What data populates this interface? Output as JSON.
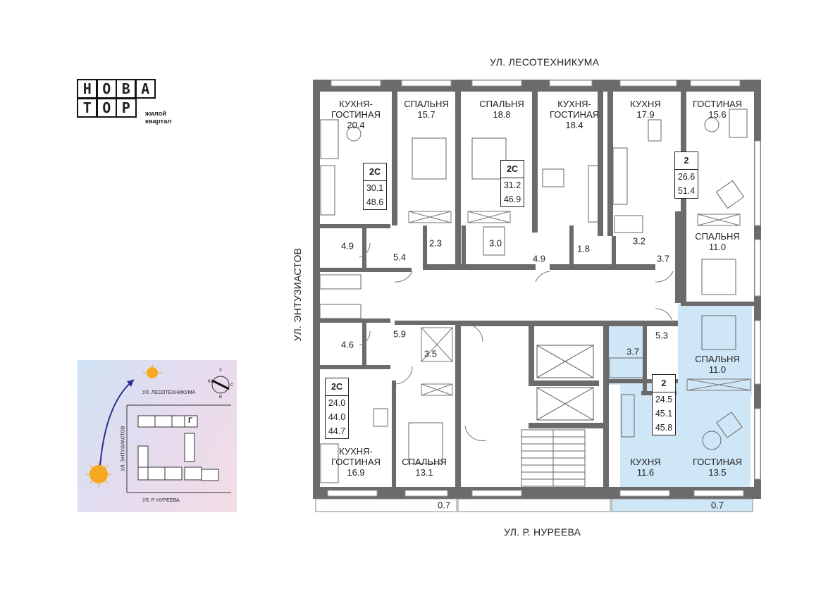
{
  "brand": {
    "logo_row1": [
      "Н",
      "О",
      "В",
      "А"
    ],
    "logo_row2": [
      "Т",
      "О",
      "Р"
    ],
    "subtitle_line1": "жилой",
    "subtitle_line2": "квартал"
  },
  "streets": {
    "top": "УЛ. ЛЕСОТЕХНИКУМА",
    "left": "УЛ. ЭНТУЗИАСТОВ",
    "bottom": "УЛ. Р. НУРЕЕВА"
  },
  "rooms": [
    {
      "id": "kitchen-living-1",
      "name": "КУХНЯ-\nГОСТИНАЯ",
      "area": "20.4"
    },
    {
      "id": "bedroom-1",
      "name": "СПАЛЬНЯ",
      "area": "15.7"
    },
    {
      "id": "bedroom-2",
      "name": "СПАЛЬНЯ",
      "area": "18.8"
    },
    {
      "id": "kitchen-living-2",
      "name": "КУХНЯ-\nГОСТИНАЯ",
      "area": "18.4"
    },
    {
      "id": "kitchen-1",
      "name": "КУХНЯ",
      "area": "17.9"
    },
    {
      "id": "living-1",
      "name": "ГОСТИНАЯ",
      "area": "15.6"
    },
    {
      "id": "bedroom-3",
      "name": "СПАЛЬНЯ",
      "area": "11.0"
    },
    {
      "id": "bedroom-4",
      "name": "СПАЛЬНЯ",
      "area": "11.0"
    },
    {
      "id": "kitchen-2",
      "name": "КУХНЯ",
      "area": "11.6"
    },
    {
      "id": "living-2",
      "name": "ГОСТИНАЯ",
      "area": "13.5"
    },
    {
      "id": "bedroom-5",
      "name": "СПАЛЬНЯ",
      "area": "13.1"
    },
    {
      "id": "kitchen-living-3",
      "name": "КУХНЯ-\nГОСТИНАЯ",
      "area": "16.9"
    }
  ],
  "small_areas": [
    "4.9",
    "5.4",
    "2.3",
    "3.0",
    "4.9",
    "1.8",
    "3.2",
    "3.7",
    "4.6",
    "5.9",
    "3.5",
    "3.7",
    "5.3"
  ],
  "balconies": [
    "0.7",
    "0.7"
  ],
  "apartments": [
    {
      "id": "apt-a",
      "type": "2С",
      "values": [
        "30.1",
        "48.6"
      ]
    },
    {
      "id": "apt-b",
      "type": "2С",
      "values": [
        "31.2",
        "46.9"
      ]
    },
    {
      "id": "apt-c",
      "type": "2",
      "values": [
        "26.6",
        "51.4"
      ]
    },
    {
      "id": "apt-d",
      "type": "2",
      "values": [
        "24.5",
        "45.1",
        "45.8"
      ]
    },
    {
      "id": "apt-e",
      "type": "2С",
      "values": [
        "24.0",
        "44.0",
        "44.7"
      ]
    }
  ],
  "minimap": {
    "street_top": "УЛ. ЛЕСОТЕХНИКУМА",
    "street_left": "УЛ. ЭНТУЗИАСТОВ",
    "street_bottom": "УЛ. Р. НУРЕЕВА",
    "building_marker": "Г",
    "compass": {
      "n": "З",
      "e": "С",
      "s": "В",
      "w": "Ю"
    }
  },
  "colors": {
    "wall": "#6b6b6b",
    "highlight": "#cfe6f7",
    "accent_path": "#2a2f8f",
    "sun": "#f6a821"
  }
}
